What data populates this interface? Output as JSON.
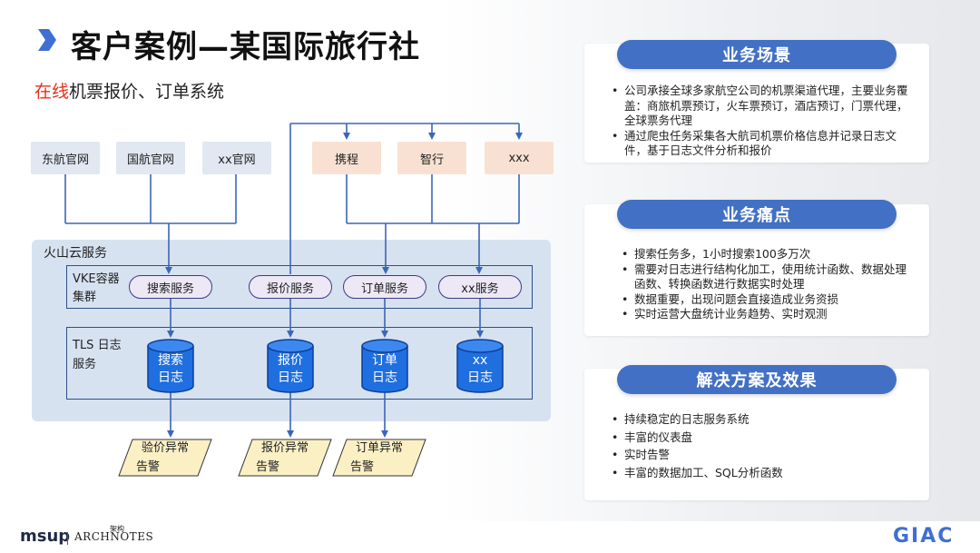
{
  "title": "客户案例—某国际旅行社",
  "subtitle": {
    "highlight": "在线",
    "rest": "机票报价、订单系统"
  },
  "colors": {
    "accent": "#4270c4",
    "highlight": "#e8301c",
    "storage": "#1f6fe0",
    "alert": "#fbf0c4"
  },
  "diagram": {
    "cloud_label": "火山云服务",
    "vke_label": "VKE容器集群",
    "tls_label": "TLS 日志服务",
    "sources_official": [
      "东航官网",
      "国航官网",
      "xx官网"
    ],
    "sources_agency": [
      "携程",
      "智行",
      "xxx"
    ],
    "services": [
      "搜索服务",
      "报价服务",
      "订单服务",
      "xx服务"
    ],
    "logs": [
      {
        "line1": "搜索",
        "line2": "日志"
      },
      {
        "line1": "报价",
        "line2": "日志"
      },
      {
        "line1": "订单",
        "line2": "日志"
      },
      {
        "line1": "xx",
        "line2": "日志"
      }
    ],
    "alerts": [
      {
        "line1": "验价异常",
        "line2": "告警"
      },
      {
        "line1": "报价异常",
        "line2": "告警"
      },
      {
        "line1": "订单异常",
        "line2": "告警"
      }
    ]
  },
  "panels": [
    {
      "title": "业务场景",
      "items": [
        "公司承接全球多家航空公司的机票渠道代理，主要业务覆盖：商旅机票预订，火车票预订，酒店预订，门票代理，全球票务代理",
        "通过爬虫任务采集各大航司机票价格信息并记录日志文件，基于日志文件分析和报价"
      ]
    },
    {
      "title": "业务痛点",
      "items": [
        "搜索任务多，1小时搜索100多万次",
        "需要对日志进行结构化加工，使用统计函数、数据处理函数、转换函数进行数据实时处理",
        "数据重要，出现问题会直接造成业务资损",
        "实时运营大盘统计业务趋势、实时观测"
      ]
    },
    {
      "title": "解决方案及效果",
      "items": [
        "持续稳定的日志服务系统",
        "丰富的仪表盘",
        "实时告警",
        "丰富的数据加工、SQL分析函数"
      ]
    }
  ],
  "footer": {
    "left_logo": "msup",
    "middle_logo": "ARCHNOTES",
    "middle_logo_sup": "架构",
    "right_logo": "GIAC"
  }
}
